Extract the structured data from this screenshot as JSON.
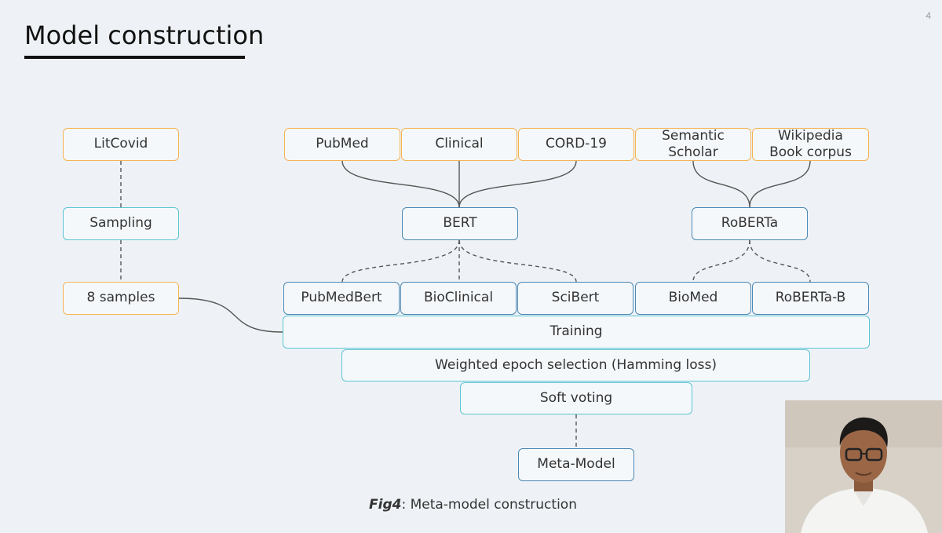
{
  "slide": {
    "title": "Model construction",
    "page_number": "4"
  },
  "diagram": {
    "nodes": {
      "litcovid": "LitCovid",
      "sampling": "Sampling",
      "samples": "8 samples",
      "pubmed": "PubMed",
      "clinical": "Clinical",
      "cord19": "CORD-19",
      "semantic_scholar": "Semantic Scholar",
      "wikipedia_book_corpus": "Wikipedia Book corpus",
      "bert": "BERT",
      "roberta": "RoBERTa",
      "pubmedbert": "PubMedBert",
      "bioclinical": "BioClinical",
      "scibert": "SciBert",
      "biomed": "BioMed",
      "roberta_b": "RoBERTa-B",
      "training": "Training",
      "weighted_epoch_selection": "Weighted epoch selection (Hamming loss)",
      "soft_voting": "Soft voting",
      "meta_model": "Meta-Model"
    },
    "colors": {
      "data_source": "#f5b453",
      "process": "#5bc5d3",
      "model": "#4b88b4",
      "edge": "#555555"
    }
  },
  "caption": {
    "label": "Fig4",
    "text": ": Meta-model construction"
  }
}
